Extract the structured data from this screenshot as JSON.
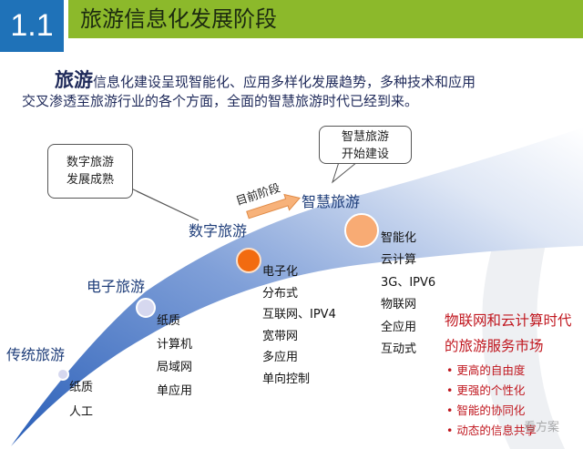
{
  "header": {
    "section_number": "1.1",
    "title": "旅游信息化发展阶段"
  },
  "intro": {
    "lead": "旅游",
    "line1": "信息化建设呈现智能化、应用多样化发展趋势，多种技术和应用",
    "line2": "交叉渗透至旅游行业的各个方面，全面的智慧旅游时代已经到来。"
  },
  "callouts": {
    "digital": [
      "数字旅游",
      "发展成熟"
    ],
    "smart": [
      "智慧旅游",
      "开始建设"
    ]
  },
  "current_stage": "目前阶段",
  "stages": [
    {
      "name": "传统旅游",
      "items": [
        "纸质",
        "人工"
      ]
    },
    {
      "name": "电子旅游",
      "items": [
        "纸质",
        "计算机",
        "局域网",
        "单应用"
      ]
    },
    {
      "name": "数字旅游",
      "items": [
        "电子化",
        "分布式",
        "互联网、IPV4",
        "宽带网",
        "多应用",
        "单向控制"
      ]
    },
    {
      "name": "智慧旅游",
      "items": [
        "智能化",
        "云计算",
        "3G、IPV6",
        "物联网",
        "全应用",
        "互动式"
      ]
    }
  ],
  "market": {
    "title_line1": "物联网和云计算时代",
    "title_line2": "的旅游服务市场",
    "bullets": [
      "更高的自由度",
      "更强的个性化",
      "智能的协同化",
      "动态的信息共享"
    ]
  },
  "watermark": "看方案",
  "colors": {
    "header_green": "#8cb92b",
    "number_blue": "#1f72b8",
    "accent_red": "#c0161e",
    "orange": "#f26b10"
  }
}
